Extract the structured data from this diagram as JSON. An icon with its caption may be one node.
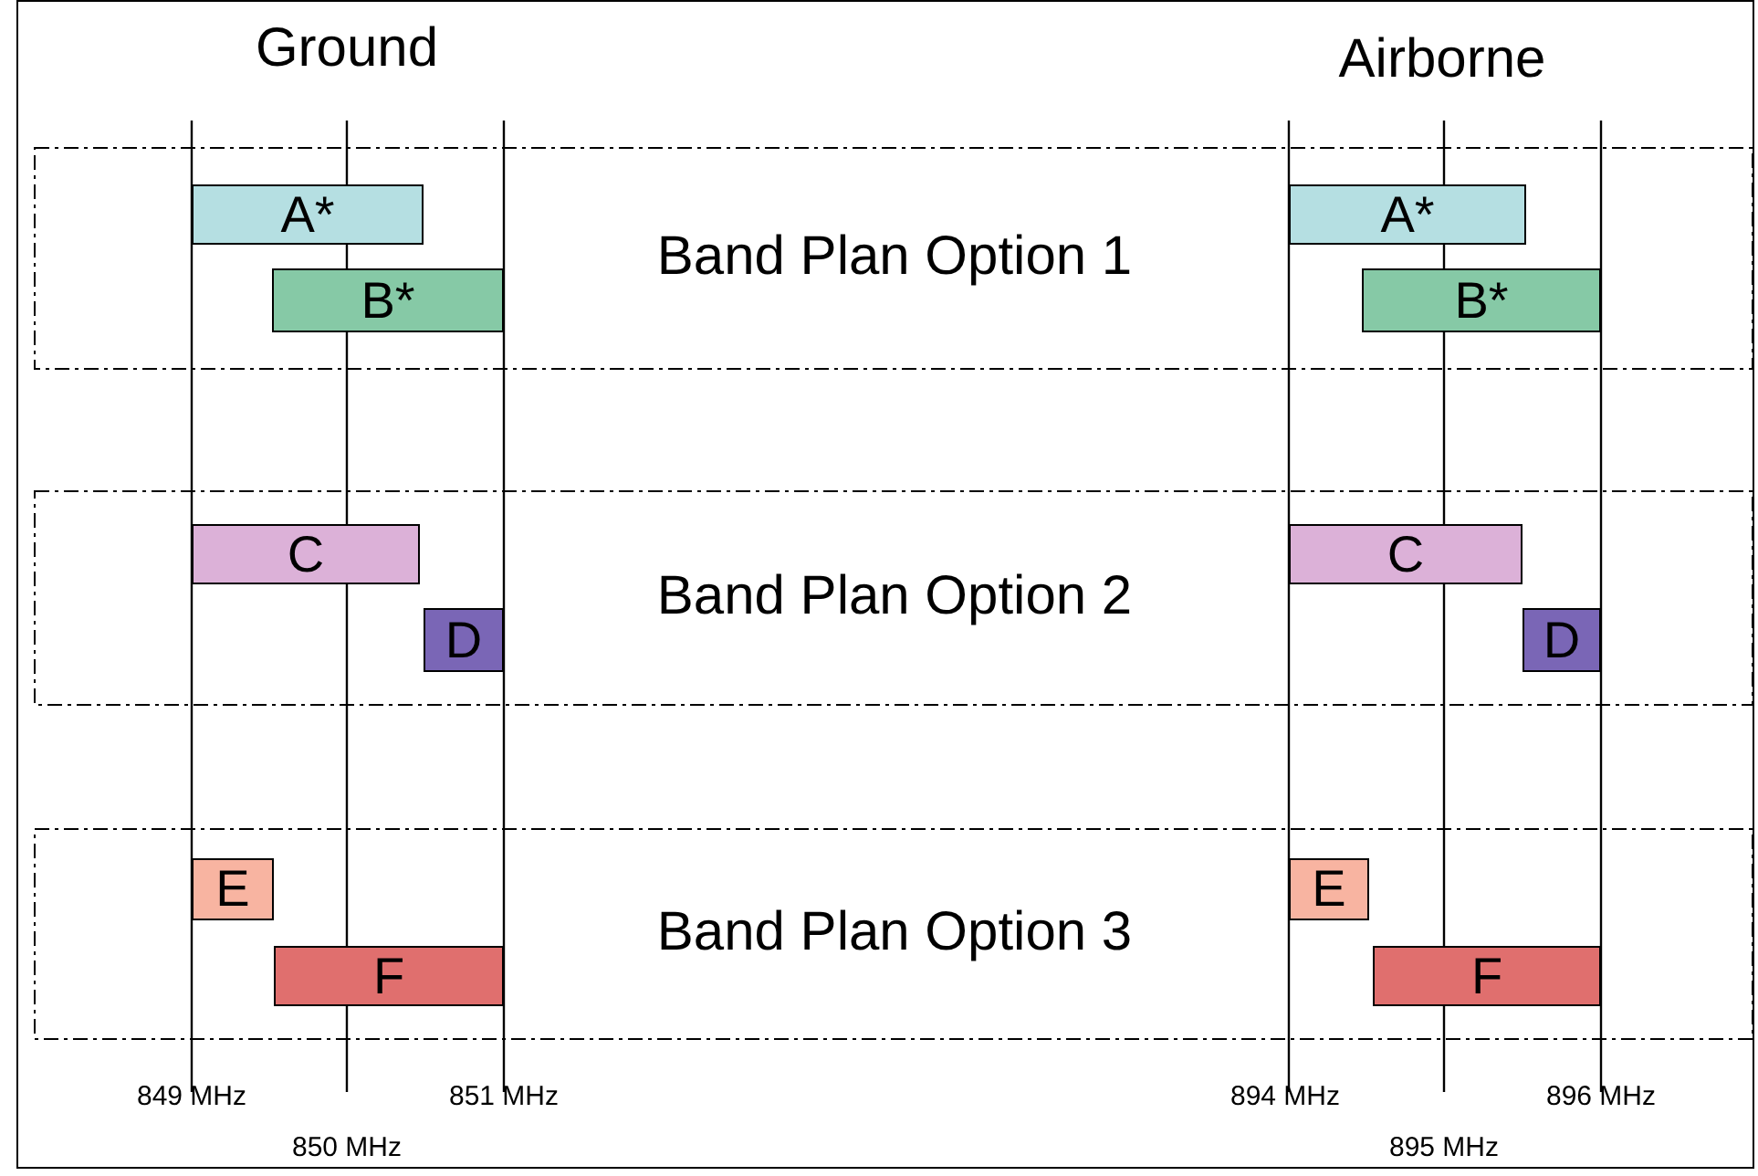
{
  "diagram": {
    "nodes": [
      {
        "text": [
          "Band Plan Option 1"
        ]
      },
      {
        "text": [
          "A*"
        ],
        "in": 0
      },
      {
        "text": [
          "B*"
        ],
        "in": 0
      },
      {
        "text": [
          "A*"
        ],
        "in": 0
      },
      {
        "text": [
          "B*"
        ],
        "in": 0
      },
      {
        "text": [
          "Band Plan Option 2"
        ]
      },
      {
        "text": [
          "C"
        ],
        "in": 5
      },
      {
        "text": [
          "D"
        ],
        "in": 5
      },
      {
        "text": [
          "C"
        ],
        "in": 5
      },
      {
        "text": [
          "D"
        ],
        "in": 5
      },
      {
        "text": [
          "Band Plan Option 3"
        ]
      },
      {
        "text": [
          "E"
        ],
        "in": 10
      },
      {
        "text": [
          "F"
        ],
        "in": 10
      },
      {
        "text": [
          "E"
        ],
        "in": 10
      },
      {
        "text": [
          "F"
        ],
        "in": 10
      }
    ],
    "edges": [],
    "labels": [
      "Ground",
      "Airborne",
      "849 MHz",
      "851 MHz",
      "894 MHz",
      "896 MHz",
      "850 MHz",
      "895 MHz"
    ]
  }
}
